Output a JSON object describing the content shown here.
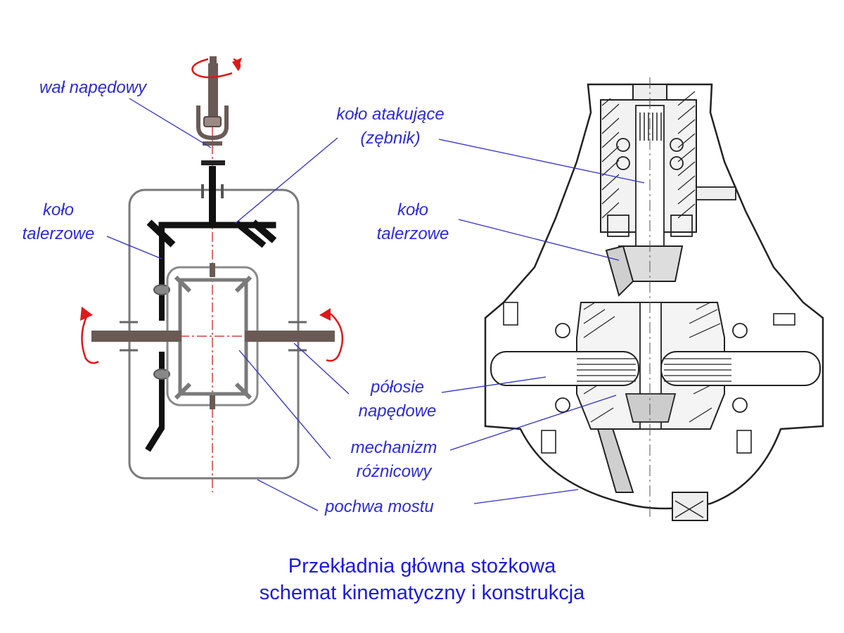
{
  "labels": {
    "wal_napedowy": "wał napędowy",
    "kolo_atakujace_1": "koło atakujące",
    "kolo_atakujace_2": "(zębnik)",
    "kolo_talerzowe_left_1": "koło",
    "kolo_talerzowe_left_2": "talerzowe",
    "kolo_talerzowe_right_1": "koło",
    "kolo_talerzowe_right_2": "talerzowe",
    "polosie_1": "półosie",
    "polosie_2": "napędowe",
    "mechanizm_1": "mechanizm",
    "mechanizm_2": "różnicowy",
    "pochwa": "pochwa mostu"
  },
  "caption": {
    "line1": "Przekładnia główna stożkowa",
    "line2": "schemat kinematyczny i konstrukcja"
  },
  "colors": {
    "label_text": "#2b2bd6",
    "leader_line": "#3030c8",
    "caption_text": "#1a1ae0",
    "rotation_arrow": "#e01818",
    "centerline": "#d04040",
    "shaft": "#6a5a56",
    "gear_black": "#111111",
    "housing": "#777777",
    "diff_cage": "#7a7a7a"
  },
  "icons": {
    "rotation": "curved-rotation-arrow-icon",
    "u_joint": "universal-joint-icon"
  }
}
